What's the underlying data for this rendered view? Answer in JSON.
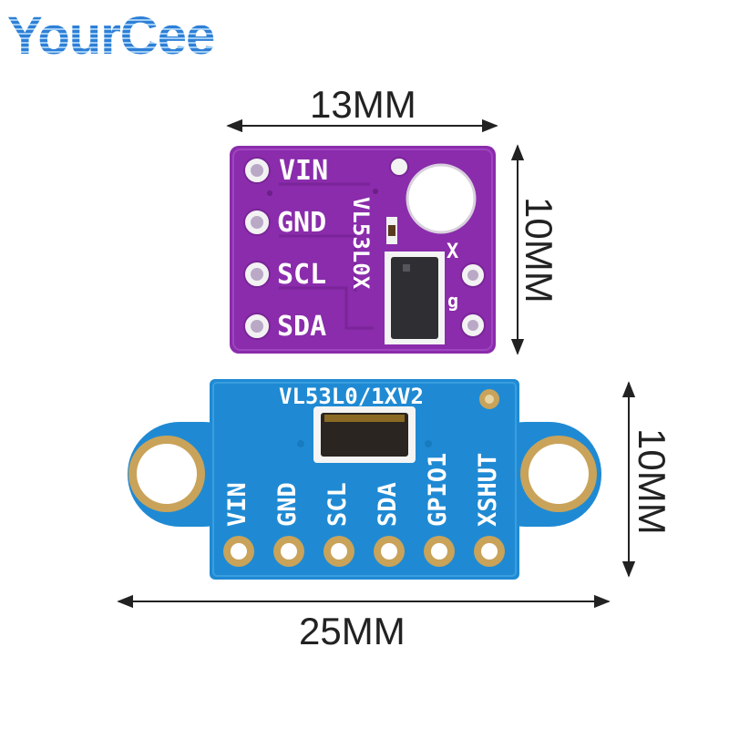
{
  "brand": {
    "logo_text": "YourCee"
  },
  "dimensions": {
    "top_width": "13MM",
    "top_height": "10MM",
    "bottom_height": "10MM",
    "bottom_width": "25MM"
  },
  "purple_board": {
    "pins": [
      "VIN",
      "GND",
      "SCL",
      "SDA"
    ],
    "chip_label": "VL53L0X",
    "x_mark": "X",
    "g_mark": "g"
  },
  "blue_board": {
    "title": "VL53L0/1XV2",
    "pins": [
      "VIN",
      "GND",
      "SCL",
      "SDA",
      "GPIO1",
      "XSHUT"
    ]
  },
  "colors": {
    "purple_pcb": "#8a2cab",
    "blue_pcb": "#1f8ad3",
    "gold_pad": "#c9a35a",
    "arrow": "#222222"
  }
}
